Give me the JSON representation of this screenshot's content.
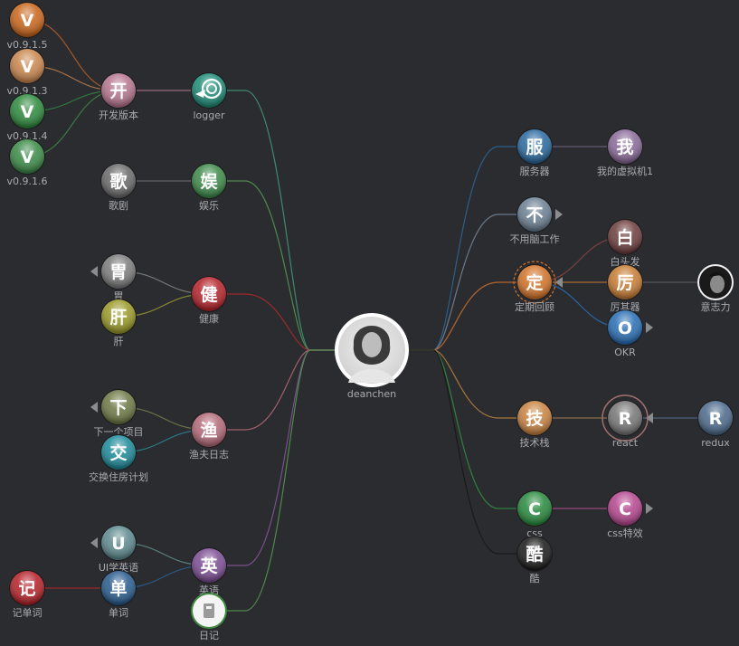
{
  "mindmap": {
    "root": {
      "id": "root",
      "label": "deanchen"
    },
    "nodes": [
      {
        "id": "n_v015",
        "label": "v0.9.1.5",
        "glyph": "V",
        "color": "#c9671d"
      },
      {
        "id": "n_v013",
        "label": "v0.9.1.3",
        "glyph": "V",
        "color": "#c9874f"
      },
      {
        "id": "n_v014",
        "label": "v0.9.1.4",
        "glyph": "V",
        "color": "#2f8a3e"
      },
      {
        "id": "n_v016",
        "label": "v0.9.1.6",
        "glyph": "V",
        "color": "#3c8b48"
      },
      {
        "id": "n_kaifa",
        "label": "开发版本",
        "glyph": "开",
        "color": "#b5758d"
      },
      {
        "id": "n_logger",
        "label": "logger",
        "glyph": "",
        "color": "#1f8c77",
        "icon": "target-icon"
      },
      {
        "id": "n_geju",
        "label": "歌剧",
        "glyph": "歌",
        "color": "#6b6b6b"
      },
      {
        "id": "n_yule",
        "label": "娱乐",
        "glyph": "娱",
        "color": "#3f8a4b"
      },
      {
        "id": "n_wei",
        "label": "胃",
        "glyph": "胃",
        "color": "#7c7c7c"
      },
      {
        "id": "n_gan",
        "label": "肝",
        "glyph": "肝",
        "color": "#9a9a2a"
      },
      {
        "id": "n_jiankang",
        "label": "健康",
        "glyph": "健",
        "color": "#b5252d"
      },
      {
        "id": "n_xia",
        "label": "下一个项目",
        "glyph": "下",
        "color": "#6e7a47"
      },
      {
        "id": "n_jiao",
        "label": "交换住房计划",
        "glyph": "交",
        "color": "#1f8b9a"
      },
      {
        "id": "n_yufu",
        "label": "渔夫日志",
        "glyph": "渔",
        "color": "#b26a78"
      },
      {
        "id": "n_u",
        "label": "UI学英语",
        "glyph": "U",
        "color": "#5e8a8e"
      },
      {
        "id": "n_dan",
        "label": "单词",
        "glyph": "单",
        "color": "#2a5d8e"
      },
      {
        "id": "n_ji",
        "label": "记单词",
        "glyph": "记",
        "color": "#b4242b"
      },
      {
        "id": "n_ying",
        "label": "英语",
        "glyph": "英",
        "color": "#7d4f94"
      },
      {
        "id": "n_riji",
        "label": "日记",
        "glyph": "",
        "color": "#f2f2f2",
        "icon": "notebook-icon"
      },
      {
        "id": "n_fuwu",
        "label": "服务器",
        "glyph": "服",
        "color": "#2c6aa0"
      },
      {
        "id": "n_wo",
        "label": "我的虚拟机1",
        "glyph": "我",
        "color": "#8a6c99"
      },
      {
        "id": "n_bu",
        "label": "不用脑工作",
        "glyph": "不",
        "color": "#6c8094"
      },
      {
        "id": "n_ding",
        "label": "定期回顾",
        "glyph": "定",
        "color": "#d2742a"
      },
      {
        "id": "n_bai",
        "label": "白头发",
        "glyph": "白",
        "color": "#6e3f3f"
      },
      {
        "id": "n_li",
        "label": "厉其器",
        "glyph": "厉",
        "color": "#c77d36"
      },
      {
        "id": "n_yizhi",
        "label": "意志力",
        "glyph": "",
        "color": "#222222",
        "icon": "portrait-icon"
      },
      {
        "id": "n_okr",
        "label": "OKR",
        "glyph": "O",
        "color": "#2a6fb5"
      },
      {
        "id": "n_jishu",
        "label": "技术栈",
        "glyph": "技",
        "color": "#c88342"
      },
      {
        "id": "n_react",
        "label": "react",
        "glyph": "R",
        "color": "#777777"
      },
      {
        "id": "n_redux",
        "label": "redux",
        "glyph": "R",
        "color": "#4e6b8c"
      },
      {
        "id": "n_css",
        "label": "css",
        "glyph": "C",
        "color": "#2a8a3f"
      },
      {
        "id": "n_cssfx",
        "label": "css特效",
        "glyph": "C",
        "color": "#b5478f"
      },
      {
        "id": "n_ku",
        "label": "酷",
        "glyph": "酷",
        "color": "#1c1c1c"
      }
    ],
    "edges": [
      {
        "from": "root",
        "to": "n_logger",
        "color": "#3e8a6e"
      },
      {
        "from": "root",
        "to": "n_yule",
        "color": "#4f8a4f"
      },
      {
        "from": "root",
        "to": "n_jiankang",
        "color": "#9b2a2e"
      },
      {
        "from": "root",
        "to": "n_yufu",
        "color": "#a0616c"
      },
      {
        "from": "root",
        "to": "n_ying",
        "color": "#7a4f8e"
      },
      {
        "from": "root",
        "to": "n_riji",
        "color": "#4e8a4a"
      },
      {
        "from": "root",
        "to": "n_fuwu",
        "color": "#2b5f8c"
      },
      {
        "from": "root",
        "to": "n_bu",
        "color": "#6a7a8a"
      },
      {
        "from": "root",
        "to": "n_ding",
        "color": "#b5662c"
      },
      {
        "from": "root",
        "to": "n_jishu",
        "color": "#a7743e"
      },
      {
        "from": "root",
        "to": "n_css",
        "color": "#2f8040"
      },
      {
        "from": "root",
        "to": "n_ku",
        "color": "#1a1a1a"
      },
      {
        "from": "n_logger",
        "to": "n_kaifa",
        "color": "#9a6a7c"
      },
      {
        "from": "n_kaifa",
        "to": "n_v015",
        "color": "#a3582a"
      },
      {
        "from": "n_kaifa",
        "to": "n_v013",
        "color": "#a3734a"
      },
      {
        "from": "n_kaifa",
        "to": "n_v014",
        "color": "#2f7a3c"
      },
      {
        "from": "n_kaifa",
        "to": "n_v016",
        "color": "#3a7a44"
      },
      {
        "from": "n_yule",
        "to": "n_geju",
        "color": "#666666"
      },
      {
        "from": "n_jiankang",
        "to": "n_wei",
        "color": "#777777"
      },
      {
        "from": "n_jiankang",
        "to": "n_gan",
        "color": "#8a8a30"
      },
      {
        "from": "n_yufu",
        "to": "n_xia",
        "color": "#6a7448"
      },
      {
        "from": "n_yufu",
        "to": "n_jiao",
        "color": "#2a7a88"
      },
      {
        "from": "n_ying",
        "to": "n_u",
        "color": "#5a7f82"
      },
      {
        "from": "n_ying",
        "to": "n_dan",
        "color": "#2a5888"
      },
      {
        "from": "n_dan",
        "to": "n_ji",
        "color": "#9a2a2e"
      },
      {
        "from": "n_fuwu",
        "to": "n_wo",
        "color": "#6a5a78"
      },
      {
        "from": "n_ding",
        "to": "n_bai",
        "color": "#7a4040"
      },
      {
        "from": "n_ding",
        "to": "n_li",
        "color": "#a86c36"
      },
      {
        "from": "n_ding",
        "to": "n_okr",
        "color": "#2a64a0"
      },
      {
        "from": "n_li",
        "to": "n_yizhi",
        "color": "#555555"
      },
      {
        "from": "n_jishu",
        "to": "n_react",
        "color": "#8a6a4a"
      },
      {
        "from": "n_react",
        "to": "n_redux",
        "color": "#4a627a"
      },
      {
        "from": "n_css",
        "to": "n_cssfx",
        "color": "#9a4a80"
      }
    ],
    "colors": {
      "background": "#2b2c2f",
      "label": "#a9abb0",
      "collapse_arrow": "#8a8c90"
    }
  }
}
